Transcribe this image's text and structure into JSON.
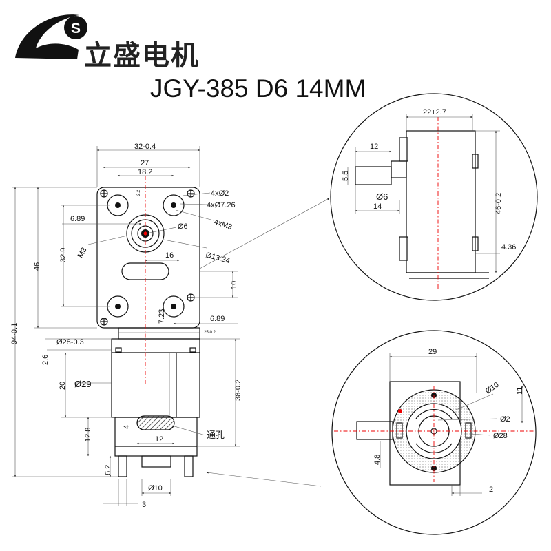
{
  "brand": {
    "name": "立盛电机",
    "logo_letter": "S"
  },
  "title": "JGY-385 D6 14MM",
  "front_view": {
    "dims": {
      "width_total": "32-0.4",
      "width_holes": "27",
      "width_inner": "18.2",
      "top_offset": "2.2",
      "hole_small": "4xØ2",
      "hole_large": "4xØ7.26",
      "screws": "4xM3",
      "shaft_offset": "6.89",
      "shaft_dia": "Ø6",
      "m3": "M3",
      "boss_dia": "Ø13.24",
      "slot_len": "16",
      "gap_10": "10",
      "left_46": "46",
      "left_329": "32.9",
      "lower_723": "7.23",
      "lower_689": "6.89",
      "tiny_25": "25-0.2",
      "total_94": "94-0.1",
      "motor_28": "Ø28-0.3",
      "d26": "2.6",
      "d20": "20",
      "motor_29": "Ø29",
      "motor_38": "38-0.2",
      "d4": "4",
      "d128": "12.8",
      "d12": "12",
      "through_hole": "通孔",
      "d62": "6.2",
      "d10": "Ø10",
      "d3": "3"
    }
  },
  "side_detail": {
    "dims": {
      "d22": "22+2.7",
      "d12": "12",
      "d55": "5.5",
      "shaft": "Ø6",
      "d14": "14",
      "d46": "46-0.2",
      "d436": "4.36"
    }
  },
  "bottom_detail": {
    "dims": {
      "d29": "29",
      "d10": "Ø10",
      "d11": "11",
      "d2": "Ø2",
      "d28": "Ø28",
      "d48": "4.8",
      "d2b": "2"
    }
  }
}
